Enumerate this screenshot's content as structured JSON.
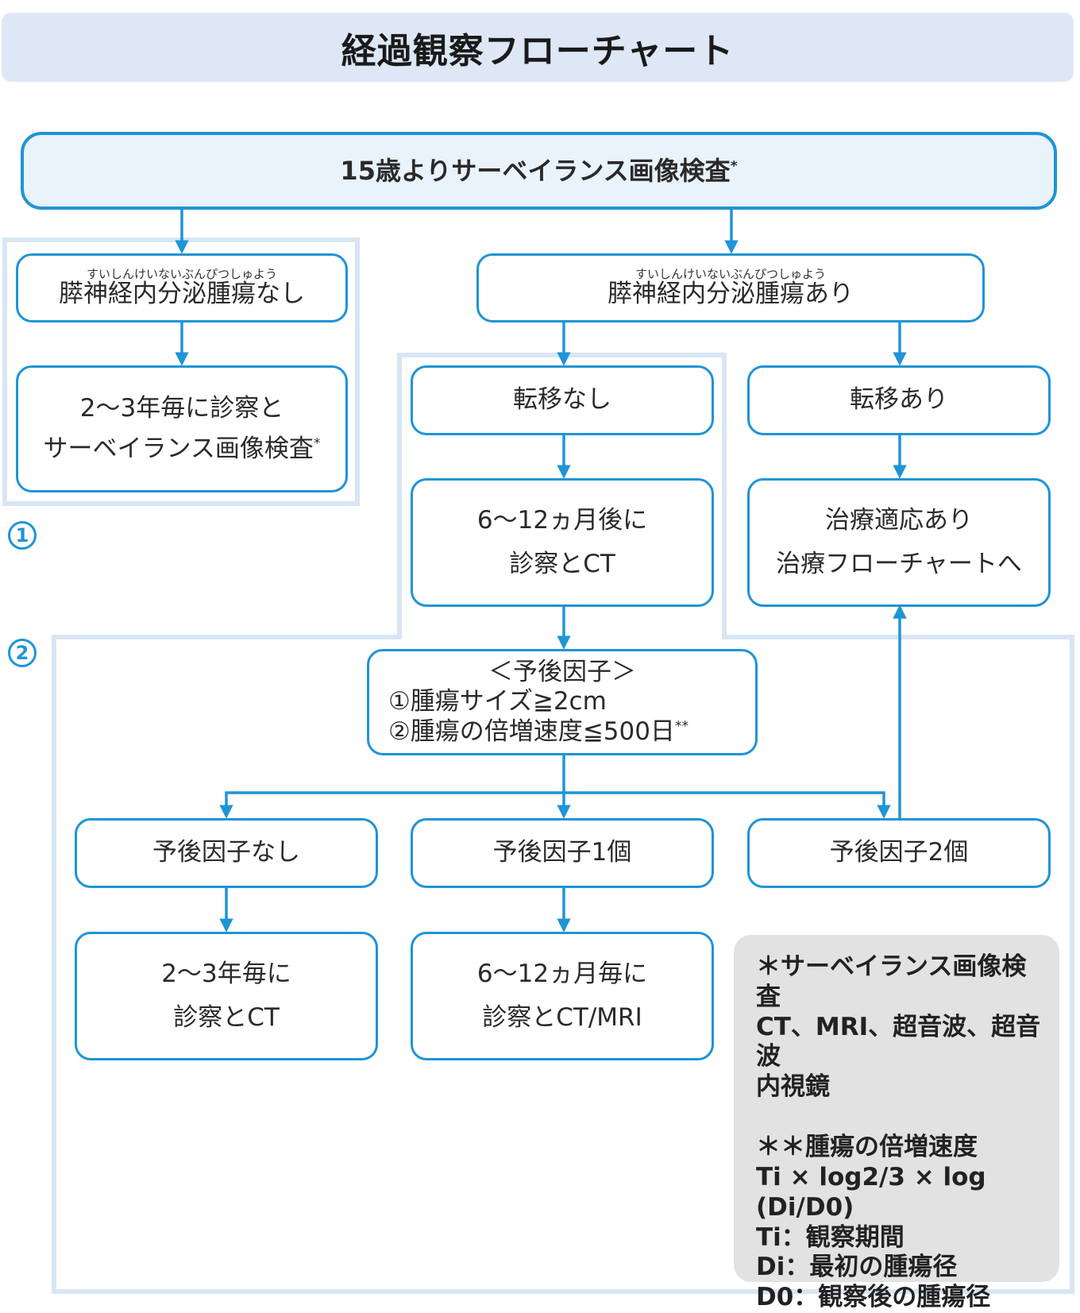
{
  "title": "経過観察フローチャート",
  "colors": {
    "accent": "#1f94d6",
    "region": "#d9e5f4",
    "title_bg": "#dde7f6",
    "note_bg": "#e2e2e2"
  },
  "region_markers": {
    "one": "1",
    "two": "2"
  },
  "nodes": {
    "top": {
      "text": "15歳よりサーベイランス画像検査",
      "mark": "*"
    },
    "no_tumor": {
      "ruby": "すいしんけいないぶんぴつしゅよう",
      "text": "膵神経内分泌腫瘍なし"
    },
    "with_tumor": {
      "ruby": "すいしんけいないぶんぴつしゅよう",
      "text": "膵神経内分泌腫瘍あり"
    },
    "periodic_check": {
      "line1": "2〜3年毎に診察と",
      "line2": "サーベイランス画像検査",
      "mark": "*"
    },
    "no_metastasis": {
      "text": "転移なし"
    },
    "metastasis": {
      "text": "転移あり"
    },
    "ct_6_12": {
      "line1": "6〜12ヵ月後に",
      "line2": "診察とCT"
    },
    "treatment": {
      "line1": "治療適応あり",
      "line2": "治療フローチャートへ"
    },
    "factors": {
      "line1": "＜予後因子＞",
      "line2": "①腫瘍サイズ≧2cm",
      "line3": "②腫瘍の倍増速度≦500日",
      "mark": "**"
    },
    "factor_none": {
      "text": "予後因子なし"
    },
    "factor_one": {
      "text": "予後因子1個"
    },
    "factor_two": {
      "text": "予後因子2個"
    },
    "ct_2_3y": {
      "line1": "2〜3年毎に",
      "line2": "診察とCT"
    },
    "ct_mri": {
      "line1": "6〜12ヵ月毎に",
      "line2": "診察とCT/MRI"
    }
  },
  "note": {
    "heading1": "＊サーベイランス画像検査",
    "body1": "CT、MRI、超音波、超音波\n内視鏡",
    "heading2": "＊＊腫瘍の倍増速度",
    "body2": "Ti × log2/3 × log\n(Di/D0)\nTi：観察期間\nDi：最初の腫瘍径\nD0：観察後の腫瘍径"
  }
}
